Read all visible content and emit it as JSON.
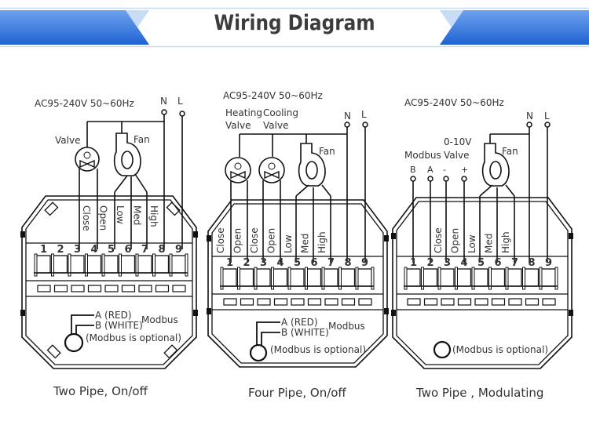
{
  "header": {
    "title": "Wiring Diagram",
    "colors": {
      "banner_blue": "#2f72dc",
      "banner_light": "#5b95e8",
      "rule": "#bcd6ec",
      "text": "#3c3c3c"
    }
  },
  "panels": [
    {
      "id": "two-pipe-onoff",
      "power": "AC95-240V  50~60Hz",
      "neutral": "N",
      "live": "L",
      "devices": [
        {
          "label": "Valve"
        },
        {
          "label": "Fan"
        }
      ],
      "terminal_labels": [
        "",
        "",
        "Close",
        "Open",
        "Low",
        "Med",
        "High",
        "",
        ""
      ],
      "terminals": [
        "1",
        "2",
        "3",
        "4",
        "5",
        "6",
        "7",
        "8",
        "9"
      ],
      "modbus": {
        "a": "A (RED)",
        "b": "B (WHITE)",
        "label": "Modbus",
        "note": "(Modbus is optional)"
      },
      "caption": "Two Pipe, On/off"
    },
    {
      "id": "four-pipe-onoff",
      "power": "AC95-240V  50~60Hz",
      "neutral": "N",
      "live": "L",
      "devices": [
        {
          "label": "Heating",
          "sub": "Valve"
        },
        {
          "label": "Cooling",
          "sub": "Valve"
        },
        {
          "label": "Fan"
        }
      ],
      "terminal_labels": [
        "Close",
        "Open",
        "Close",
        "Open",
        "Low",
        "Med",
        "High",
        "",
        ""
      ],
      "terminals": [
        "1",
        "2",
        "3",
        "4",
        "5",
        "6",
        "7",
        "8",
        "9"
      ],
      "modbus": {
        "a": "A (RED)",
        "b": "B (WHITE)",
        "label": "Modbus",
        "note": "(Modbus is optional)"
      },
      "caption": "Four Pipe, On/off"
    },
    {
      "id": "two-pipe-modulating",
      "power": "AC95-240V  50~60Hz",
      "neutral": "N",
      "live": "L",
      "devices": [
        {
          "label": "Modbus"
        },
        {
          "label": "0-10V",
          "sub": "Valve"
        },
        {
          "label": "Fan"
        }
      ],
      "signal_terminals": [
        "B",
        "A",
        "-",
        "+"
      ],
      "terminal_labels": [
        "",
        "",
        "Close",
        "Open",
        "Low",
        "Med",
        "High",
        "",
        ""
      ],
      "terminals": [
        "1",
        "2",
        "3",
        "4",
        "5",
        "6",
        "7",
        "8",
        "9"
      ],
      "modbus": {
        "note": "(Modbus is optional)"
      },
      "caption": "Two Pipe , Modulating"
    }
  ]
}
